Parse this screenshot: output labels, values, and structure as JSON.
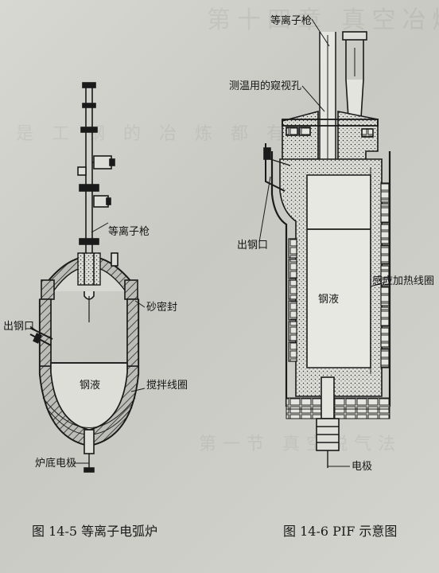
{
  "fig_left": {
    "caption": "图 14-5    等离子电弧炉",
    "labels": {
      "plasma_gun": "等离子枪",
      "sand_seal": "砂密封",
      "tap_hole": "出钢口",
      "molten_steel": "钢液",
      "stirring_coil": "搅拌线圈",
      "bottom_electrode": "炉底电极"
    }
  },
  "fig_right": {
    "caption": "图 14-6   PIF 示意图",
    "labels": {
      "plasma_gun": "等离子枪",
      "temp_window": "测温用的窥视孔",
      "tap_hole": "出钢口",
      "molten_steel": "钢液",
      "induction_coil": "感应加热线圈",
      "electrode": "电极"
    }
  },
  "colors": {
    "ink": "#1a1a1a",
    "paper": "#d3d3cd",
    "refractory": "#a9a9a3",
    "wall": "#e4e4de"
  }
}
